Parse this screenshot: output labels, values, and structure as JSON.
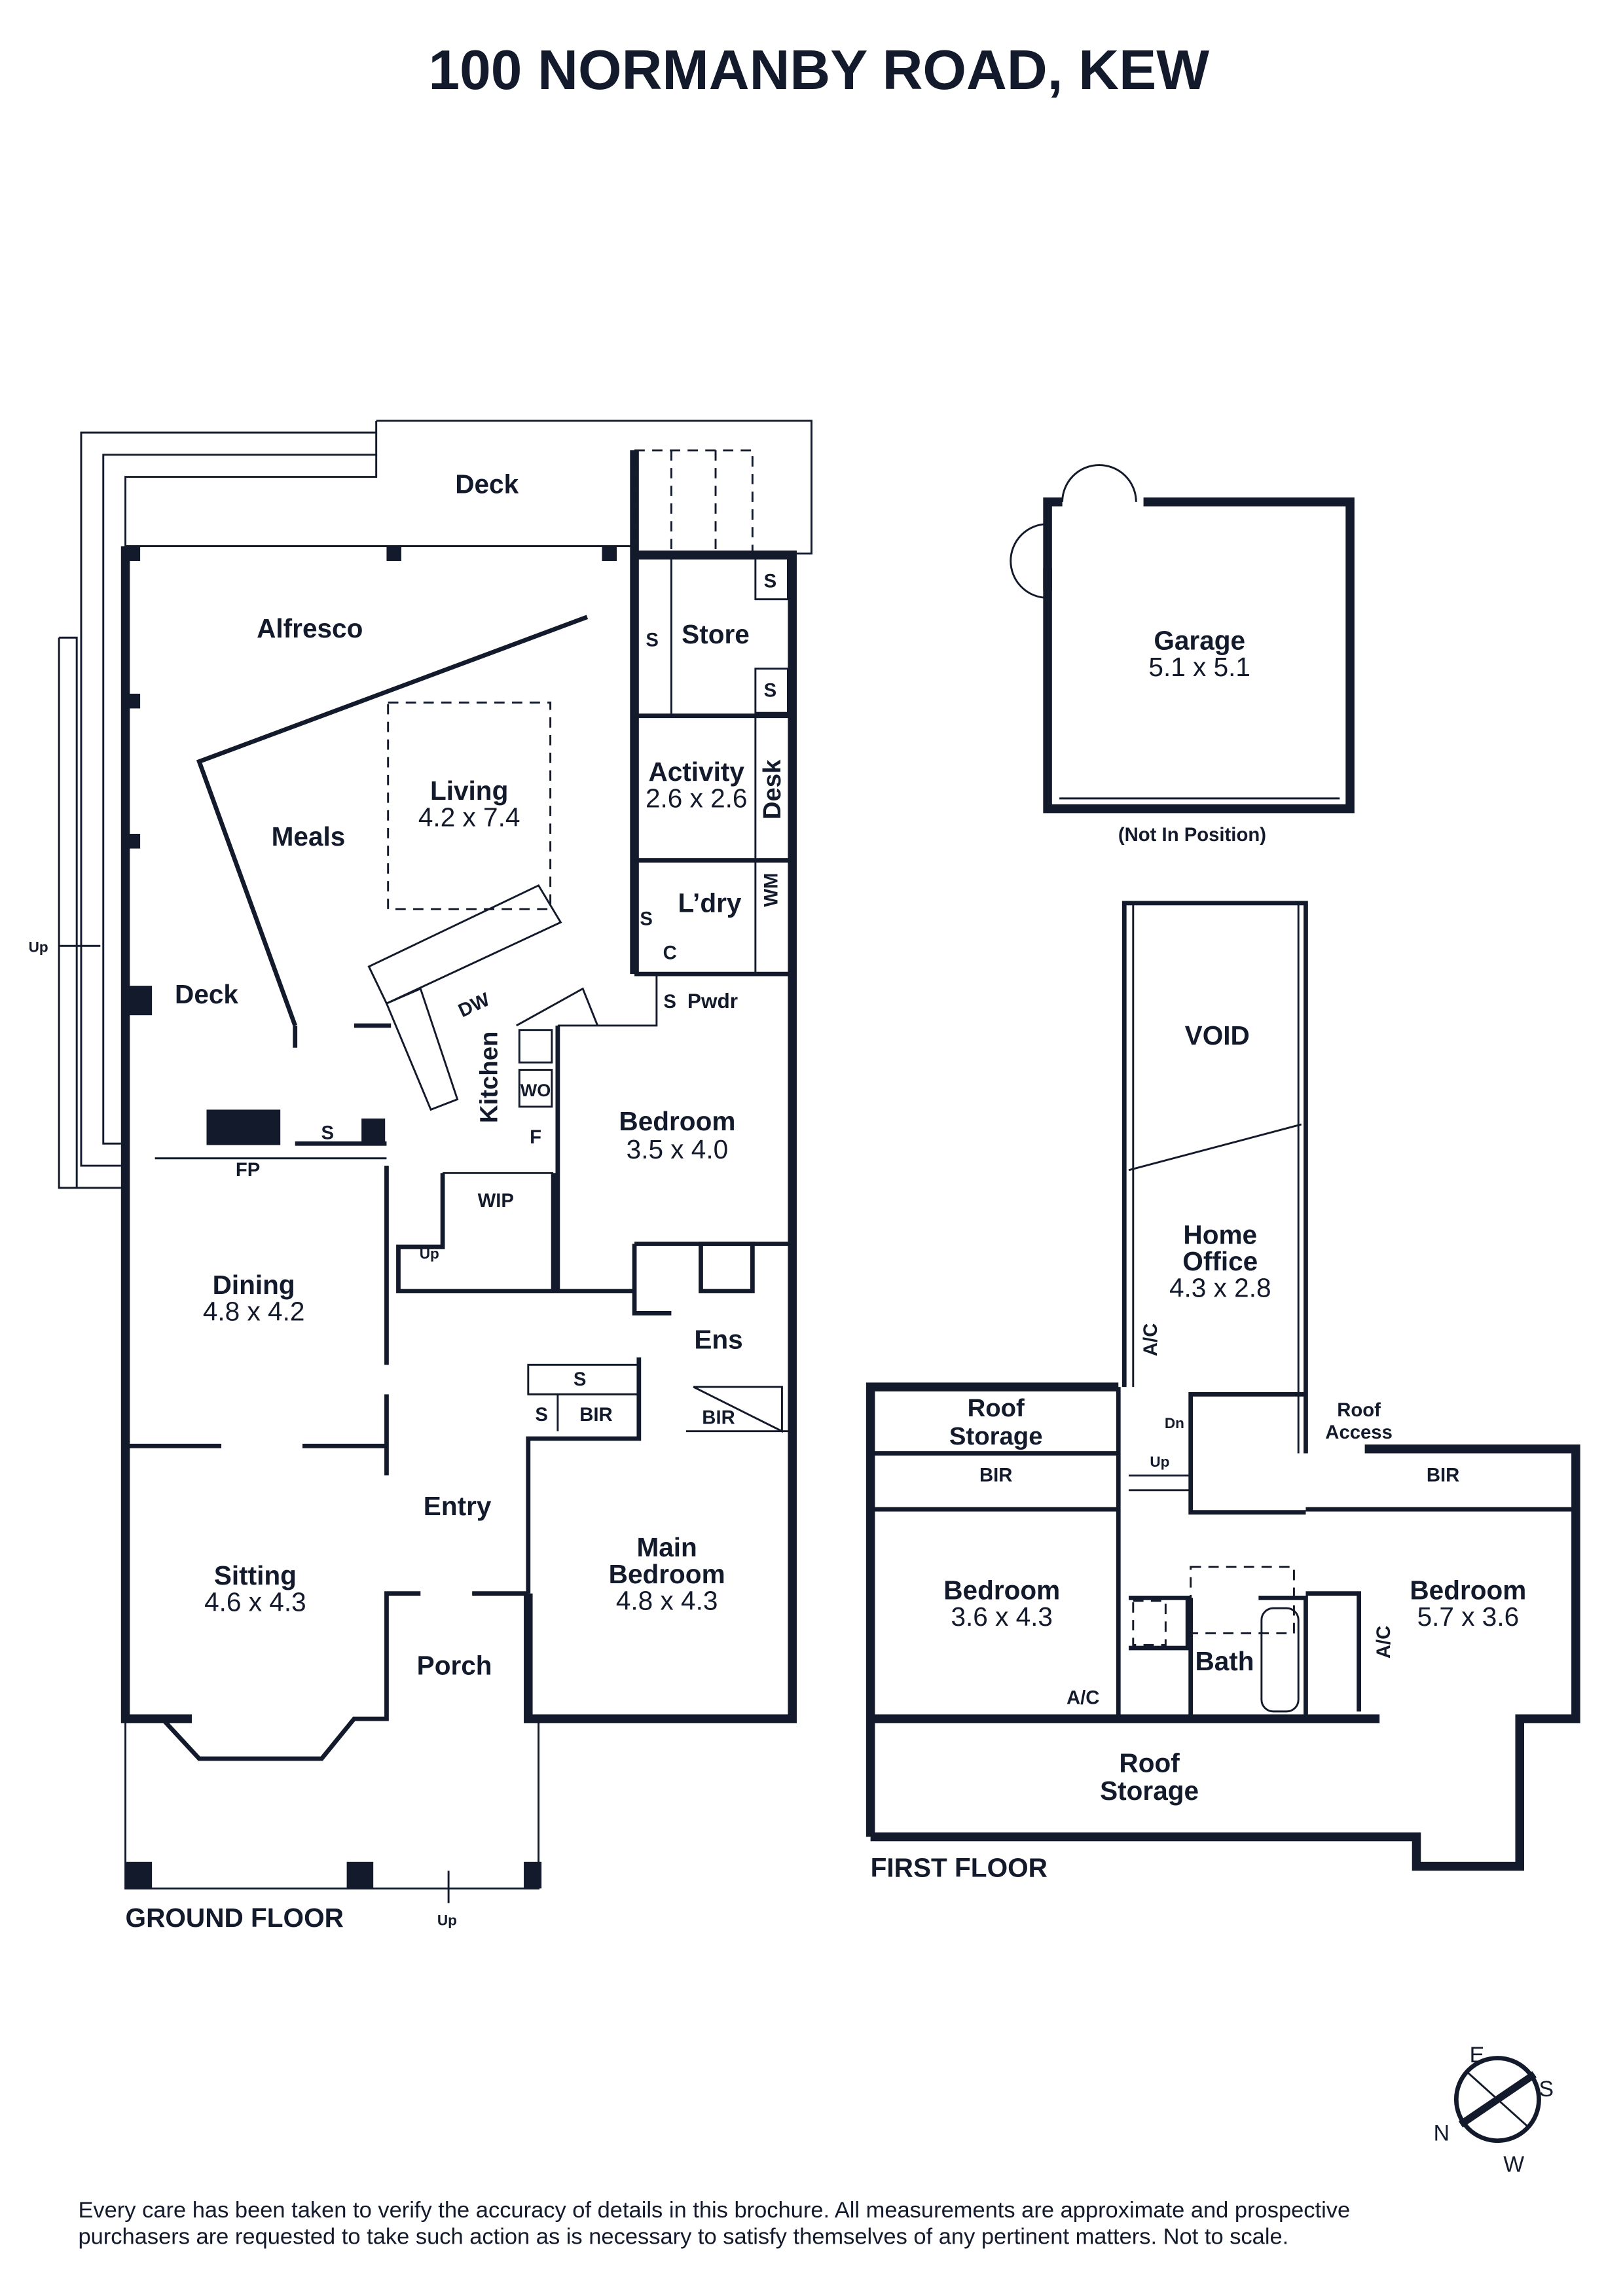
{
  "title": "100 NORMANBY ROAD, KEW",
  "ground_floor": {
    "label": "GROUND FLOOR",
    "rooms": {
      "deck_top": "Deck",
      "alfresco": "Alfresco",
      "store": "Store",
      "activity": "Activity",
      "activity_dim": "2.6 x 2.6",
      "desk": "Desk",
      "living": "Living",
      "living_dim": "4.2 x 7.4",
      "meals": "Meals",
      "laundry": "L’dry",
      "wm": "WM",
      "c": "C",
      "pwdr": "Pwdr",
      "deck_side": "Deck",
      "dw": "DW",
      "kitchen": "Kitchen",
      "wo": "WO",
      "f": "F",
      "bedroom": "Bedroom",
      "bedroom_dim": "3.5 x 4.0",
      "fp": "FP",
      "wip": "WIP",
      "dining": "Dining",
      "dining_dim": "4.8 x 4.2",
      "ens": "Ens",
      "bir1": "BIR",
      "bir2": "BIR",
      "entry": "Entry",
      "sitting": "Sitting",
      "sitting_dim": "4.6 x 4.3",
      "main_bedroom": "Main",
      "main_bedroom2": "Bedroom",
      "main_bedroom_dim": "4.8 x 4.3",
      "porch": "Porch"
    },
    "s": "S",
    "up": "Up"
  },
  "garage": {
    "label": "Garage",
    "dim": "5.1 x 5.1",
    "note": "(Not In Position)"
  },
  "first_floor": {
    "label": "FIRST FLOOR",
    "rooms": {
      "void": "VOID",
      "home_office": "Home",
      "home_office2": "Office",
      "home_office_dim": "4.3 x 2.8",
      "ac": "A/C",
      "roof_storage_a": "Roof",
      "roof_storage_b": "Storage",
      "dn": "Dn",
      "up": "Up",
      "roof_access_a": "Roof",
      "roof_access_b": "Access",
      "bir": "BIR",
      "bedroom": "Bedroom",
      "bedroom_left_dim": "3.6 x 4.3",
      "bedroom_right_dim": "5.7 x 3.6",
      "bath": "Bath"
    }
  },
  "compass": {
    "e": "E",
    "s": "S",
    "n": "N",
    "w": "W"
  },
  "disclaimer": [
    "Every care has been taken to verify the accuracy of details in this brochure. All measurements are approximate and prospective",
    "purchasers are requested to take such action as is necessary to satisfy themselves of any pertinent matters. Not to scale."
  ]
}
